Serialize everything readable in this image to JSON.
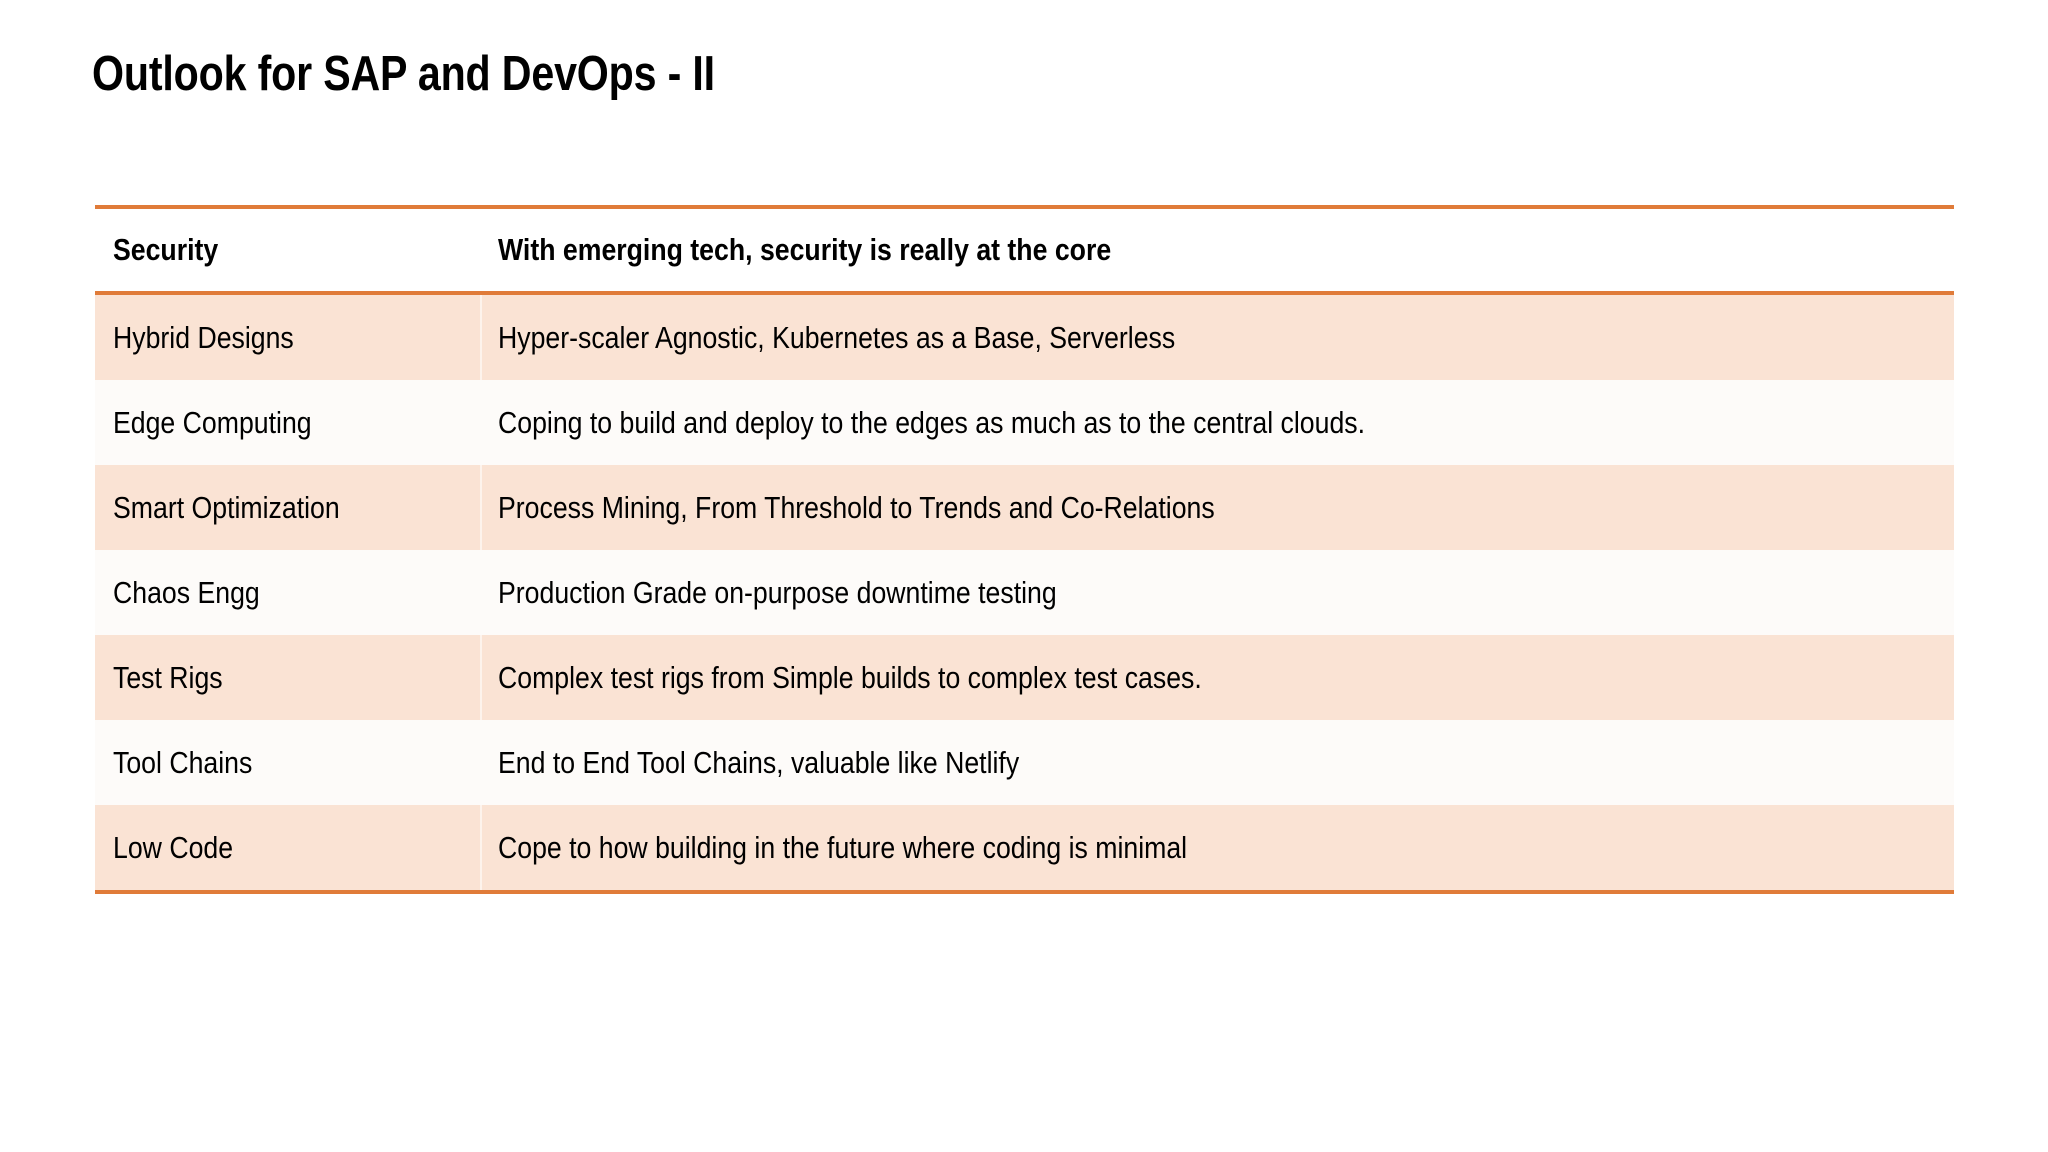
{
  "slide": {
    "title": "Outlook for SAP and DevOps - II",
    "accent_color": "#E07B39",
    "shaded_row_color": "#FAE3D4",
    "plain_row_color": "#FDFBF9",
    "text_color": "#000000",
    "background_color": "#FFFFFF"
  },
  "table": {
    "headers": {
      "key": "Security",
      "description": "With emerging tech,  security is really at the core"
    },
    "rows": [
      {
        "key": "Hybrid Designs",
        "description": "Hyper-scaler Agnostic, Kubernetes as a Base, Serverless"
      },
      {
        "key": "Edge Computing",
        "description": "Coping to build and deploy to the edges as much as to the central clouds."
      },
      {
        "key": "Smart Optimization",
        "description": "Process Mining, From Threshold to Trends and Co-Relations"
      },
      {
        "key": "Chaos Engg",
        "description": "Production Grade on-purpose downtime testing"
      },
      {
        "key": "Test Rigs",
        "description": "Complex test rigs from Simple builds to complex test cases."
      },
      {
        "key": "Tool Chains",
        "description": "End to End Tool Chains, valuable like Netlify"
      },
      {
        "key": "Low Code",
        "description": "Cope to how building in the future where coding is minimal"
      }
    ]
  }
}
